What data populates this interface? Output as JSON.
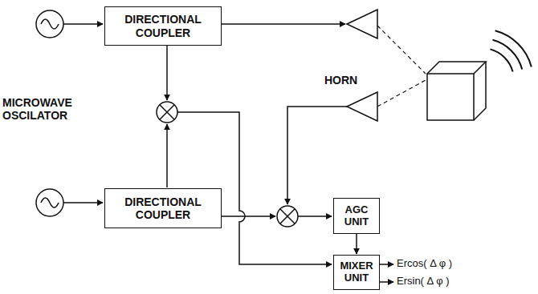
{
  "diagram": {
    "nodes": [
      {
        "text": [
          "DIRECTIONAL COUPLER"
        ]
      },
      {
        "text": [
          "DIRECTIONAL COUPLER"
        ]
      },
      {
        "text": [
          "AGC UNIT"
        ]
      },
      {
        "text": [
          "MIXER UNIT"
        ]
      }
    ],
    "edges": [
      {
        "from": 2,
        "to": 3,
        "arrow": "to"
      }
    ],
    "labels": [
      "MICROWAVE OSCILATOR",
      "HORN",
      "Ercos( Δ φ )",
      "Ersin( Δ φ )"
    ]
  }
}
